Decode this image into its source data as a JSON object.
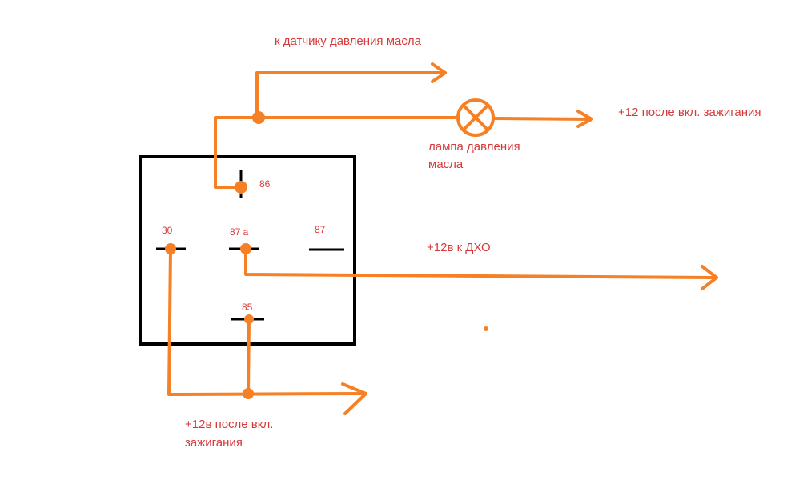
{
  "labels": {
    "oil_sensor": "к датчику давления масла",
    "ignition_top": "+12 после вкл. зажигания",
    "lamp_line1": "лампа давления",
    "lamp_line2": "масла",
    "drl": "+12в к ДХО",
    "ignition_bottom_line1": "+12в после вкл.",
    "ignition_bottom_line2": "зажигания"
  },
  "pins": {
    "p86": "86",
    "p30": "30",
    "p87a": "87 а",
    "p87": "87",
    "p85": "85"
  },
  "colors": {
    "wire": "#f58025",
    "box": "#000000",
    "text": "#d63a3a"
  }
}
